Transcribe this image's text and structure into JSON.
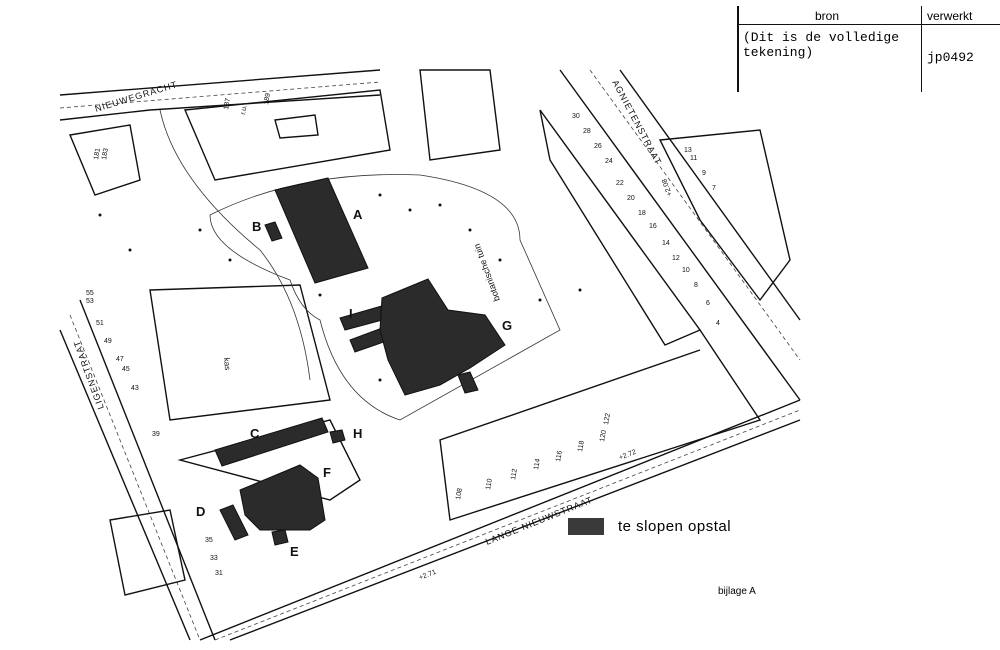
{
  "source_table": {
    "header_source": "bron",
    "header_processed": "verwerkt",
    "source_value": "(Dit is de volledige\ntekening)",
    "processed_value": "jp0492"
  },
  "legend": {
    "swatch_color": "#3a3a3a",
    "label": "te slopen opstal"
  },
  "appendix_label": "bijlage A",
  "streets": {
    "nieuwegracht": "NIEUWEGRACHT",
    "agnietenstraat": "AGNIETENSTRAAT",
    "lange_nieuwstraat": "LANGE NIEUWSTRAAT",
    "west_street": "LIGENSTRAAT"
  },
  "areas": {
    "garden": "botanische tuin",
    "greenhouse": "kas"
  },
  "buildings": [
    "A",
    "B",
    "C",
    "D",
    "E",
    "F",
    "G",
    "H",
    "I"
  ],
  "elevations": [
    "+2.71",
    "+2.72",
    "+2.08"
  ],
  "house_numbers": {
    "nieuwegracht": [
      "181",
      "183",
      "187",
      "189",
      "r.u."
    ],
    "agnietenstraat_west": [
      "30",
      "28",
      "26",
      "24",
      "22",
      "20",
      "18",
      "16",
      "14",
      "12",
      "10",
      "8",
      "6",
      "4"
    ],
    "agnietenstraat_east": [
      "13",
      "11",
      "9",
      "7"
    ],
    "west_street": [
      "55",
      "53",
      "51",
      "49",
      "47",
      "45",
      "43",
      "39",
      "35",
      "33",
      "31"
    ],
    "lange_nieuwstraat": [
      "108",
      "110",
      "112",
      "114",
      "116",
      "118",
      "120",
      "122"
    ]
  }
}
